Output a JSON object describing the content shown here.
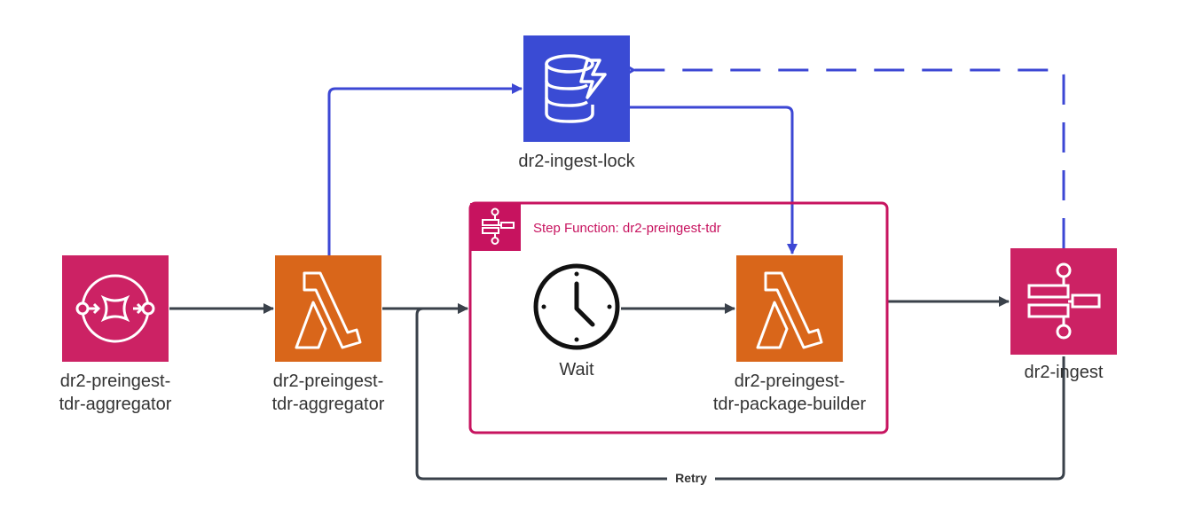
{
  "nodes": {
    "sqs": {
      "line1": "dr2-preingest-",
      "line2": "tdr-aggregator",
      "icon": "sqs-queue-icon"
    },
    "aggregator_lambda": {
      "line1": "dr2-preingest-",
      "line2": "tdr-aggregator",
      "icon": "lambda-icon"
    },
    "lock_table": {
      "label": "dr2-ingest-lock",
      "icon": "dynamodb-icon"
    },
    "step_function": {
      "title": "Step Function: dr2-preingest-tdr",
      "icon": "step-functions-icon"
    },
    "wait": {
      "label": "Wait",
      "icon": "clock-icon"
    },
    "package_builder": {
      "line1": "dr2-preingest-",
      "line2": "tdr-package-builder",
      "icon": "lambda-icon"
    },
    "ingest": {
      "label": "dr2-ingest",
      "icon": "step-functions-icon"
    }
  },
  "edges": {
    "retry_label": "Retry"
  },
  "colors": {
    "sqs_pink": "#cc2264",
    "lambda_orange": "#d9661a",
    "dynamodb_blue": "#3a4bd4",
    "step_fn_pink": "#c7135f",
    "arrow_dark": "#3a414a",
    "arrow_blue": "#3c47d4"
  }
}
